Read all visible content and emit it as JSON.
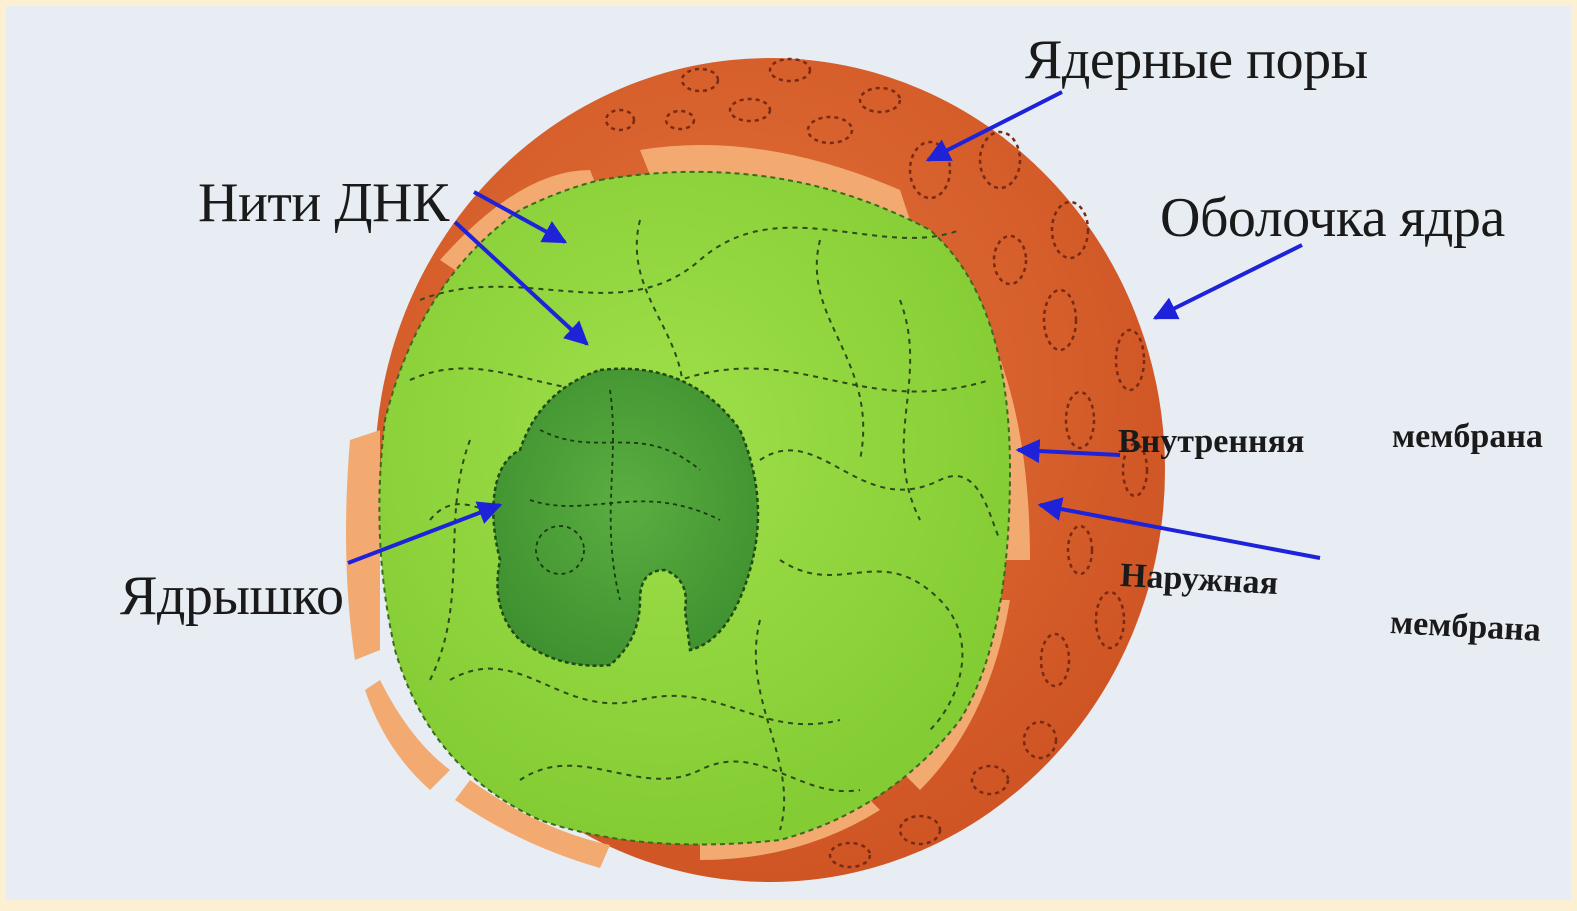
{
  "labels": {
    "nuclear_pores": "Ядерные поры",
    "dna_threads": "Нити ДНК",
    "nuclear_envelope": "Оболочка ядра",
    "inner": "Внутренняя",
    "inner_membrane": "мембрана",
    "outer": "Наружная",
    "outer_membrane": "мембрана",
    "nucleolus": "Ядрышко"
  },
  "colors": {
    "border": "#fcefd2",
    "paper": "#e9eef4",
    "envelope_orange": "#d8632e",
    "envelope_light": "#f2aa70",
    "nucleoplasm_green": "#8fd63a",
    "nucleolus_green": "#4ea23a",
    "arrow_blue": "#1e22d8"
  }
}
